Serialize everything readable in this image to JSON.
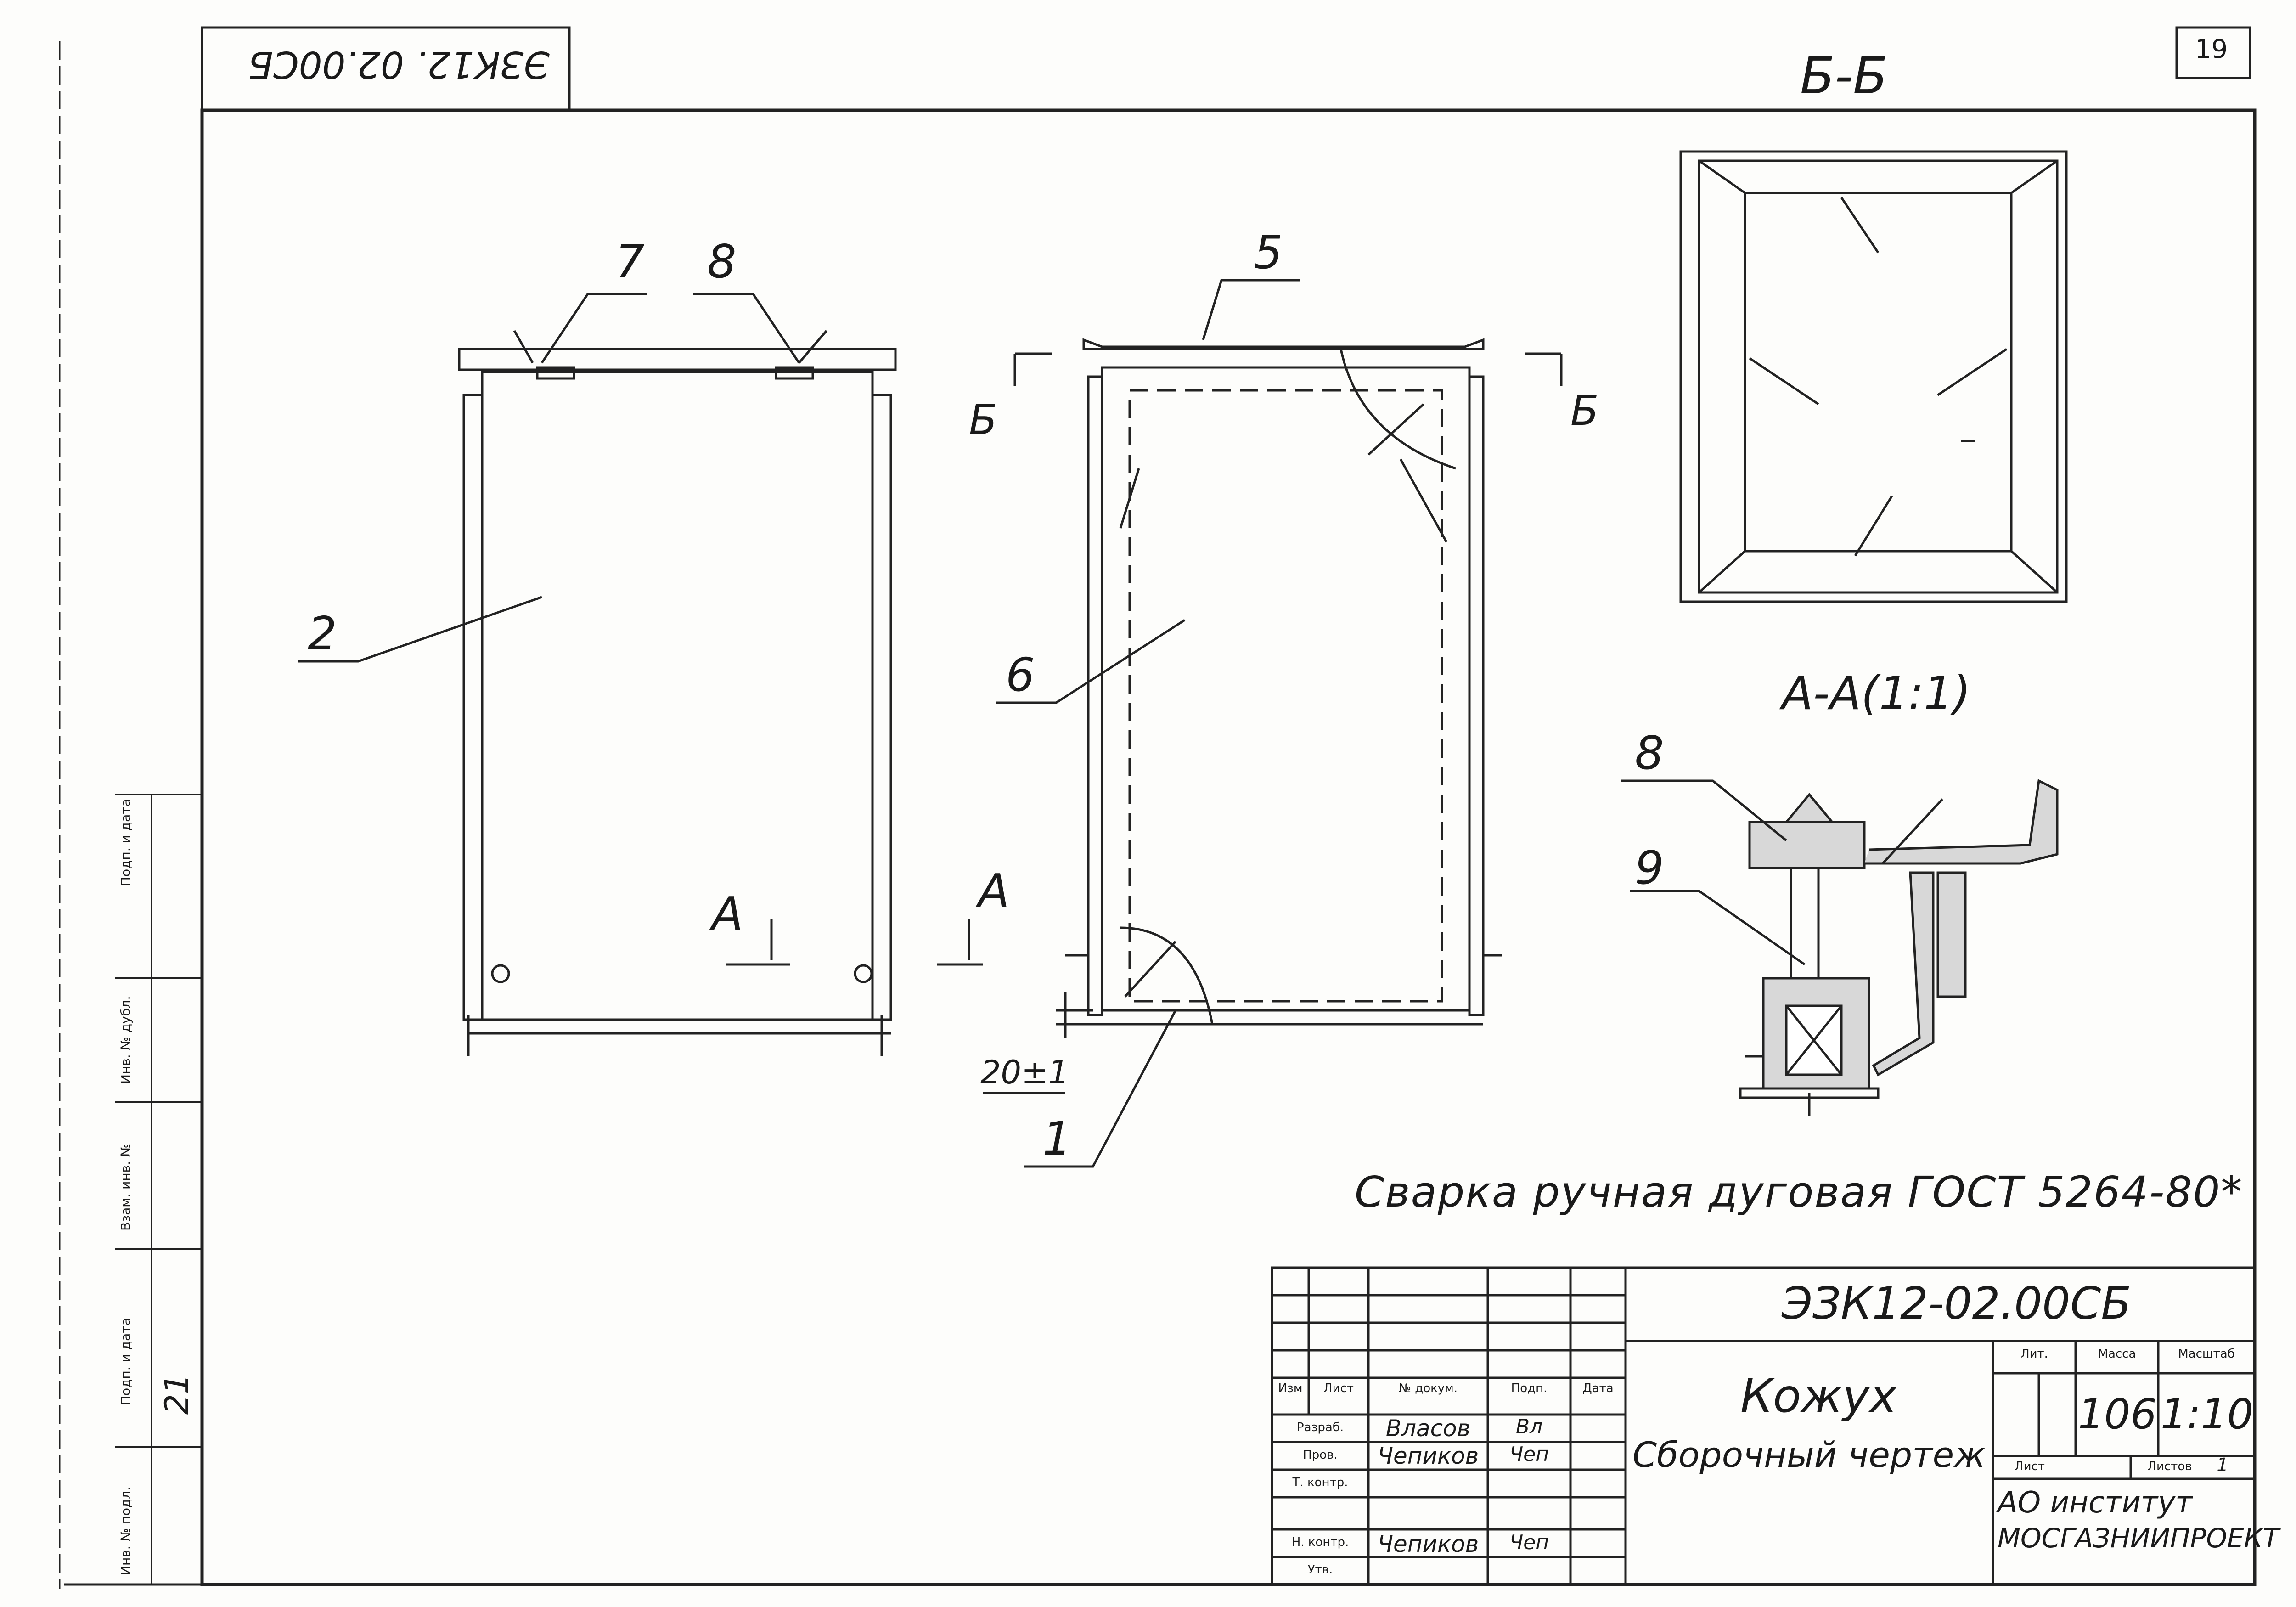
{
  "document": {
    "designation_rotated": "ЭЗК12. 02.00СБ",
    "designation": "ЭЗК12-02.00СБ",
    "page_number": "19",
    "title": "Кожух",
    "subtitle": "Сборочный чертеж",
    "welding_note": "Сварка ручная дуговая ГОСТ 5264-80*",
    "organization_line1": "АО институт",
    "organization_line2": "МОСГАЗНИИПРОЕКТ",
    "side_stamp_number": "21"
  },
  "views": {
    "section_bb": "Б-Б",
    "section_aa": "А-А(1:1)",
    "cut_label_b": "Б",
    "cut_label_a": "А",
    "dimension": "20±1"
  },
  "callouts": [
    "1",
    "2",
    "5",
    "6",
    "7",
    "8",
    "8",
    "9"
  ],
  "title_block": {
    "col_izm": "Изм",
    "col_list": "Лист",
    "col_doc": "№ докум.",
    "col_sign": "Подп.",
    "col_date": "Дата",
    "lit_label": "Лит.",
    "mass_label": "Масса",
    "scale_label": "Масштаб",
    "mass": "106",
    "scale": "1:10",
    "sheet_label": "Лист",
    "sheets_label": "Листов",
    "sheets_count": "1",
    "roles": [
      {
        "role": "Разраб.",
        "name": "Власов",
        "sign": "Вл"
      },
      {
        "role": "Пров.",
        "name": "Чепиков",
        "sign": "Чеп"
      },
      {
        "role": "Т. контр.",
        "name": "",
        "sign": ""
      },
      {
        "role": "Н. контр.",
        "name": "Чепиков",
        "sign": "Чеп"
      },
      {
        "role": "Утв.",
        "name": "",
        "sign": ""
      }
    ]
  },
  "side_stamp": {
    "field1": "Подп. и дата",
    "field2": "Инв. № дубл.",
    "field3": "Взам. инв. №",
    "field4": "Подп. и дата",
    "field5": "Инв. № подл."
  }
}
